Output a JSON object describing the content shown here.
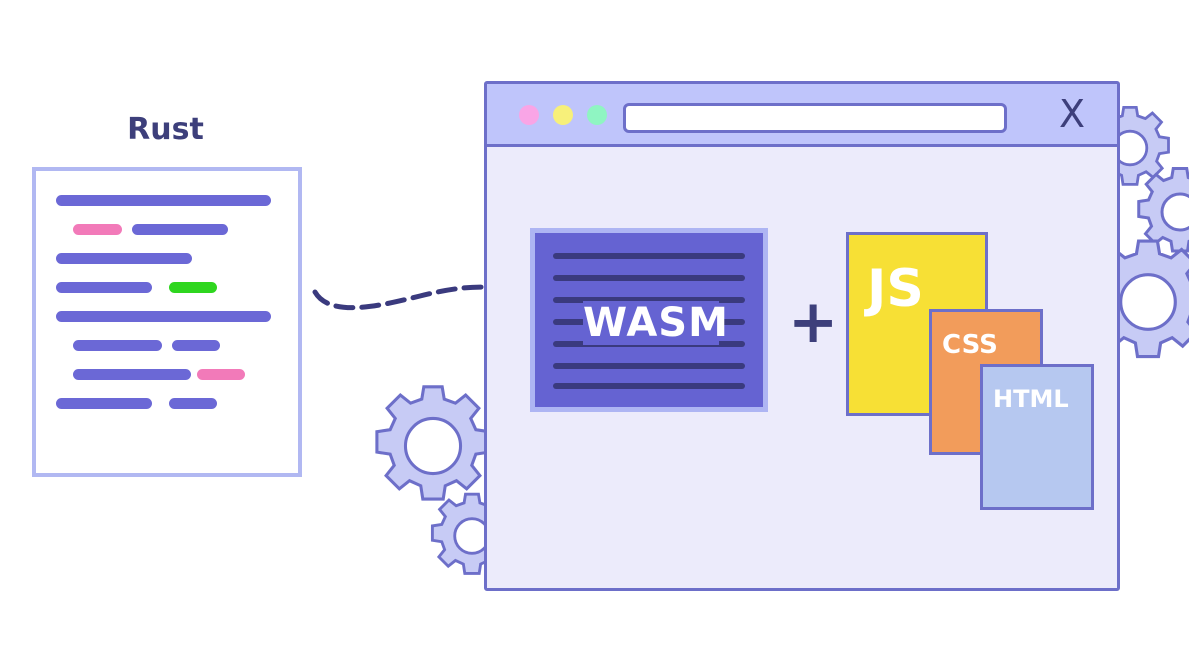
{
  "rust": {
    "title": "Rust"
  },
  "browser": {
    "close_glyph": "X"
  },
  "wasm": {
    "label": "WASM"
  },
  "plus": "+",
  "files": {
    "js": "JS",
    "css": "CSS",
    "html": "HTML"
  },
  "colors": {
    "outline": "#6d6fc9",
    "dark_text": "#3d3f7b",
    "code_line": "#6b68d6",
    "code_pink": "#f27ab9",
    "code_green": "#2fd61f",
    "wasm_bg": "#6563d2",
    "js_bg": "#f7e035",
    "css_bg": "#f29c5b",
    "html_bg": "#b6c8f0",
    "browser_bar": "#bfc5fb",
    "browser_body": "#ecebfb",
    "dot_pink": "#f9a5e6",
    "dot_yellow": "#f7f07a",
    "dot_green": "#8ff5c2"
  },
  "icons": [
    "gear-icon",
    "close-icon",
    "plus-icon",
    "dashed-arrow"
  ]
}
